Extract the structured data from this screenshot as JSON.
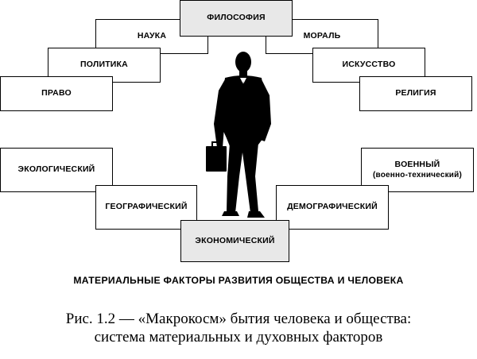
{
  "spiritual_factors": {
    "top": "ФИЛОСОФИЯ",
    "left": [
      "НАУКА",
      "ПОЛИТИКА",
      "ПРАВО"
    ],
    "right": [
      "МОРАЛЬ",
      "ИСКУССТВО",
      "РЕЛИГИЯ"
    ]
  },
  "material_factors": {
    "left_top": "ЭКОЛОГИЧЕСКИЙ",
    "left_bottom": "ГЕОГРАФИЧЕСКИЙ",
    "right_top": "ВОЕННЫЙ",
    "right_top_sub": "(военно-технический)",
    "right_bottom": "ДЕМОГРАФИЧЕСКИЙ",
    "bottom": "ЭКОНОМИЧЕСКИЙ"
  },
  "material_caption": "МАТЕРИАЛЬНЫЕ ФАКТОРЫ РАЗВИТИЯ ОБЩЕСТВА И ЧЕЛОВЕКА",
  "figure_caption": {
    "line1": "Рис. 1.2 — «Макрокосм» бытия человека и общества:",
    "line2": "система материальных и духовных факторов"
  },
  "colors": {
    "highlight_box": "#e8e8e8",
    "border": "#000000"
  },
  "icons": [
    "businessman-silhouette-icon"
  ]
}
